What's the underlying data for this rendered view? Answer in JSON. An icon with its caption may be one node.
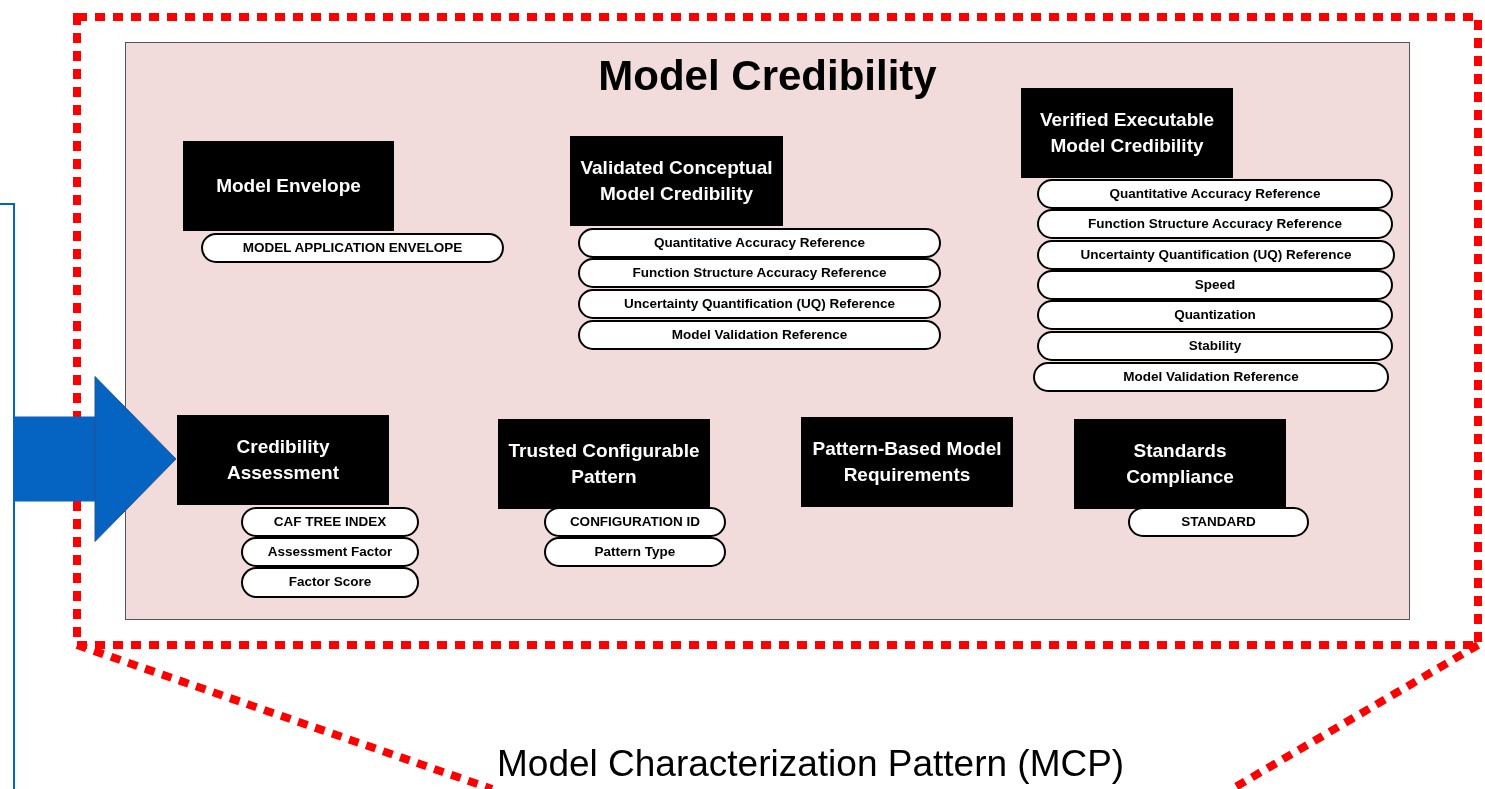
{
  "diagram": {
    "caption": "Model Characterization Pattern (MCP)",
    "nodes": [
      {
        "text": [
          "Model Credibility"
        ]
      },
      {
        "text": [
          "Model Envelope"
        ],
        "in": 0
      },
      {
        "text": [
          "MODEL APPLICATION ENVELOPE"
        ],
        "in": 0
      },
      {
        "text": [
          "Validated Conceptual Model Credibility"
        ],
        "in": 0
      },
      {
        "text": [
          "Quantitative Accuracy Reference"
        ],
        "in": 0
      },
      {
        "text": [
          "Function Structure Accuracy Reference"
        ],
        "in": 0
      },
      {
        "text": [
          "Uncertainty Quantification (UQ) Reference"
        ],
        "in": 0
      },
      {
        "text": [
          "Model Validation Reference"
        ],
        "in": 0
      },
      {
        "text": [
          "Verified Executable Model Credibility"
        ],
        "in": 0
      },
      {
        "text": [
          "Quantitative Accuracy Reference"
        ],
        "in": 0
      },
      {
        "text": [
          "Function Structure Accuracy Reference"
        ],
        "in": 0
      },
      {
        "text": [
          "Uncertainty Quantification (UQ) Reference"
        ],
        "in": 0
      },
      {
        "text": [
          "Speed"
        ],
        "in": 0
      },
      {
        "text": [
          "Quantization"
        ],
        "in": 0
      },
      {
        "text": [
          "Stability"
        ],
        "in": 0
      },
      {
        "text": [
          "Model Validation Reference"
        ],
        "in": 0
      },
      {
        "text": [
          "Credibility Assessment"
        ],
        "in": 0
      },
      {
        "text": [
          "CAF TREE INDEX"
        ],
        "in": 0
      },
      {
        "text": [
          "Assessment Factor"
        ],
        "in": 0
      },
      {
        "text": [
          "Factor Score"
        ],
        "in": 0
      },
      {
        "text": [
          "Trusted Configurable Pattern"
        ],
        "in": 0
      },
      {
        "text": [
          "CONFIGURATION ID"
        ],
        "in": 0
      },
      {
        "text": [
          "Pattern Type"
        ],
        "in": 0
      },
      {
        "text": [
          "Pattern-Based Model Requirements"
        ],
        "in": 0
      },
      {
        "text": [
          "Standards Compliance"
        ],
        "in": 0
      },
      {
        "text": [
          "STANDARD"
        ],
        "in": 0
      }
    ],
    "edges": [
      {
        "from": null,
        "to": 16,
        "arrow": "to",
        "color": "#0563c1"
      }
    ]
  }
}
